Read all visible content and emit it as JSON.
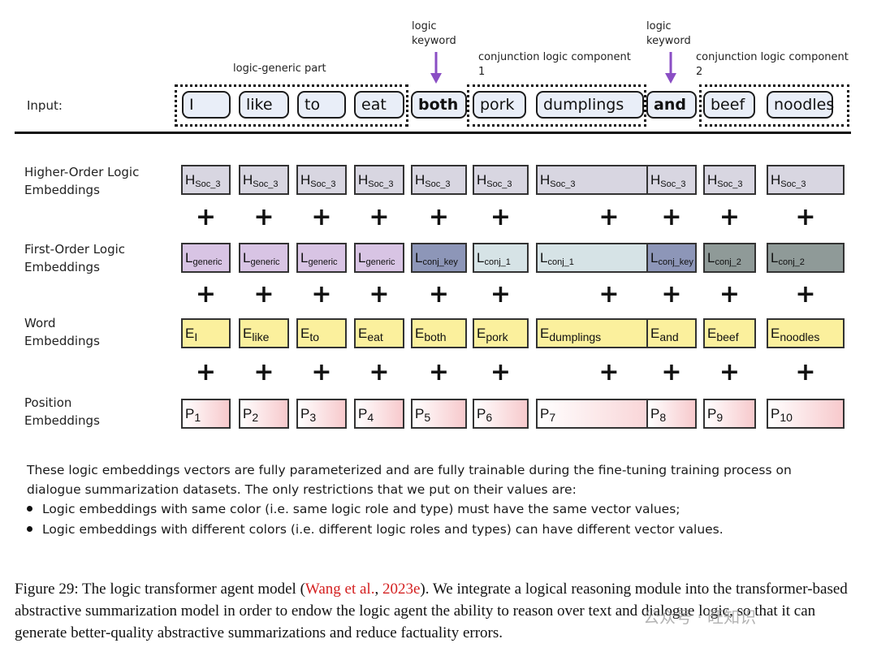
{
  "top_labels": {
    "logic_generic": "logic-generic part",
    "logic_keyword_1": [
      "logic",
      "keyword"
    ],
    "logic_keyword_2": [
      "logic",
      "keyword"
    ],
    "conj_1": [
      "conjunction logic component",
      "1"
    ],
    "conj_2": [
      "conjunction logic component",
      "2"
    ]
  },
  "input_label": "Input:",
  "tokens": [
    "I",
    "like",
    "to",
    "eat",
    "both",
    "pork",
    "dumplings",
    "and",
    "beef",
    "noodles"
  ],
  "row_labels": {
    "higher": [
      "Higher-Order Logic",
      "Embeddings"
    ],
    "first": [
      "First-Order Logic",
      "Embeddings"
    ],
    "word": [
      "Word",
      "Embeddings"
    ],
    "position": [
      "Position",
      "Embeddings"
    ]
  },
  "higher_order": {
    "base": "H",
    "sub": "Soc_3"
  },
  "first_order": [
    {
      "base": "L",
      "sub": "generic"
    },
    {
      "base": "L",
      "sub": "generic"
    },
    {
      "base": "L",
      "sub": "generic"
    },
    {
      "base": "L",
      "sub": "generic"
    },
    {
      "base": "L",
      "sub": "conj_key"
    },
    {
      "base": "L",
      "sub": "conj_1"
    },
    {
      "base": "L",
      "sub": "conj_1"
    },
    {
      "base": "L",
      "sub": "conj_key"
    },
    {
      "base": "L",
      "sub": "conj_2"
    },
    {
      "base": "L",
      "sub": "conj_2"
    }
  ],
  "word_emb": [
    {
      "base": "E",
      "sub": "I"
    },
    {
      "base": "E",
      "sub": "like"
    },
    {
      "base": "E",
      "sub": "to"
    },
    {
      "base": "E",
      "sub": "eat"
    },
    {
      "base": "E",
      "sub": "both"
    },
    {
      "base": "E",
      "sub": "pork"
    },
    {
      "base": "E",
      "sub": "dumplings"
    },
    {
      "base": "E",
      "sub": "and"
    },
    {
      "base": "E",
      "sub": "beef"
    },
    {
      "base": "E",
      "sub": "noodles"
    }
  ],
  "position_emb": [
    {
      "base": "P",
      "sub": "1"
    },
    {
      "base": "P",
      "sub": "2"
    },
    {
      "base": "P",
      "sub": "3"
    },
    {
      "base": "P",
      "sub": "4"
    },
    {
      "base": "P",
      "sub": "5"
    },
    {
      "base": "P",
      "sub": "6"
    },
    {
      "base": "P",
      "sub": "7"
    },
    {
      "base": "P",
      "sub": "8"
    },
    {
      "base": "P",
      "sub": "9"
    },
    {
      "base": "P",
      "sub": "10"
    }
  ],
  "plus_symbol": "+",
  "colors": {
    "higher": "#d8d6e1",
    "generic": "#d8c4e4",
    "conj_key": "#8d96b8",
    "conj_1": "#d6e3e6",
    "conj_2": "#8f9a98",
    "word": "#fbf09d",
    "position_from": "#ffffff",
    "position_to": "#f7c9cc",
    "arrow": "#8a4ec4",
    "citation": "#d42020"
  },
  "notes": {
    "line1": "These logic embeddings vectors are fully parameterized and are fully trainable during the fine-tuning training process on",
    "line2": "dialogue summarization datasets. The only restrictions that we put on their values are:",
    "bullet1": "Logic embeddings with same color (i.e. same logic role and type) must have the same vector values;",
    "bullet2": "Logic embeddings with different colors (i.e. different logic roles and types) can have different vector values."
  },
  "caption": {
    "prefix": "Figure 29: The logic transformer agent model  (",
    "cite_author": "Wang et al.",
    "cite_sep": ", ",
    "cite_year": "2023e",
    "suffix": "). We integrate a logical reasoning module into the transformer-based abstractive summarization model in order to endow the logic agent the ability to reason over text and dialogue logic, so that it can generate better-quality abstractive summarizations and reduce factuality errors."
  },
  "watermark": "公众号 · 旺知识"
}
